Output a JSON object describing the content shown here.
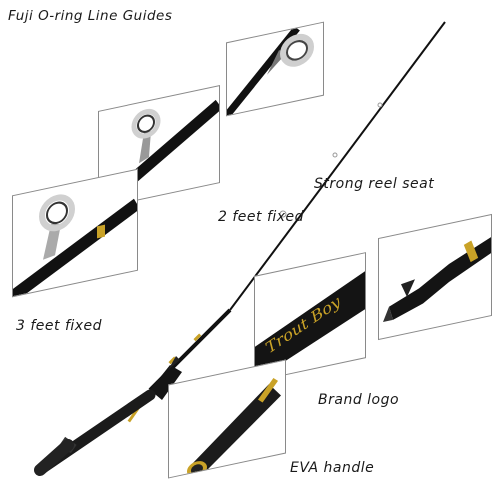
{
  "labels": {
    "guides": "Fuji O-ring Line Guides",
    "two_feet": "2 feet fixed",
    "three_feet": "3 feet fixed",
    "reel_seat": "Strong reel seat",
    "brand": "Brand logo",
    "eva": "EVA handle"
  },
  "brand_mark": "Trout Boy",
  "colors": {
    "blank": "#111111",
    "gold": "#c9a227",
    "chrome": "#c8c8c8",
    "panel_border": "#8a8a8a"
  }
}
